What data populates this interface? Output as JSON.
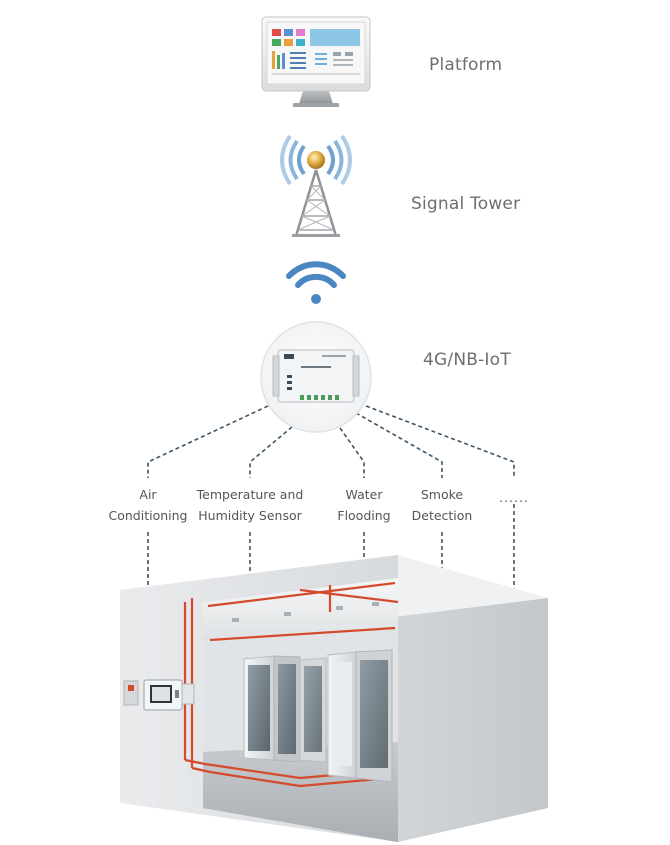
{
  "tiers": {
    "platform": "Platform",
    "signal_tower": "Signal Tower",
    "network": "4G/NB-IoT"
  },
  "sensors": [
    {
      "label": "Air\nConditioning"
    },
    {
      "label": "Temperature and\nHumidity Sensor"
    },
    {
      "label": "Water\nFlooding"
    },
    {
      "label": "Smoke\nDetection"
    },
    {
      "label": "......"
    }
  ],
  "colors": {
    "line": "#3d5566",
    "wifi": "#4a86c2",
    "tower_gold": "#d9a640",
    "pipe_red": "#d44a2c",
    "room_wall": "#e4e6e8"
  },
  "icons": {
    "platform": "monitor-dashboard-icon",
    "tower": "signal-tower-icon",
    "wireless": "wifi-icon",
    "gateway": "iot-gateway-device-icon",
    "room": "server-room-illustration"
  }
}
